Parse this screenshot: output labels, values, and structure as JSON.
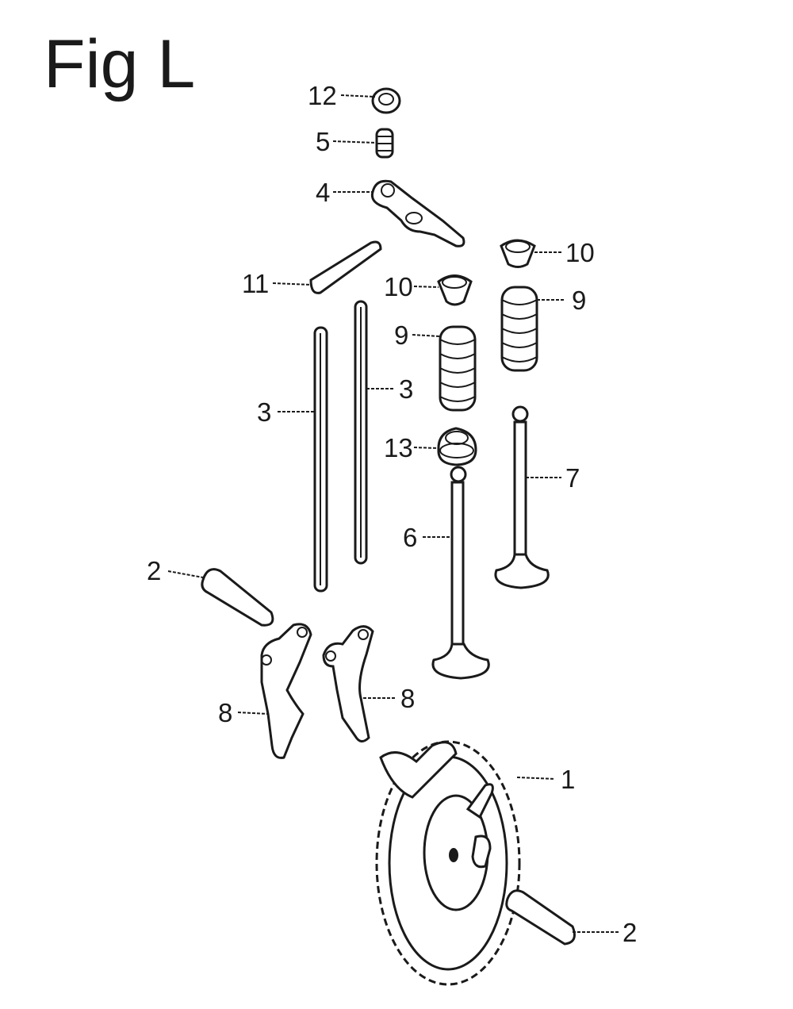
{
  "figure": {
    "title": "Fig L"
  },
  "callouts": {
    "c1": "1",
    "c2a": "2",
    "c2b": "2",
    "c3a": "3",
    "c3b": "3",
    "c4": "4",
    "c5": "5",
    "c6": "6",
    "c7": "7",
    "c8a": "8",
    "c8b": "8",
    "c9a": "9",
    "c9b": "9",
    "c10a": "10",
    "c10b": "10",
    "c11": "11",
    "c12": "12",
    "c13": "13"
  },
  "colors": {
    "line": "#1a1a1a",
    "background": "#ffffff"
  }
}
